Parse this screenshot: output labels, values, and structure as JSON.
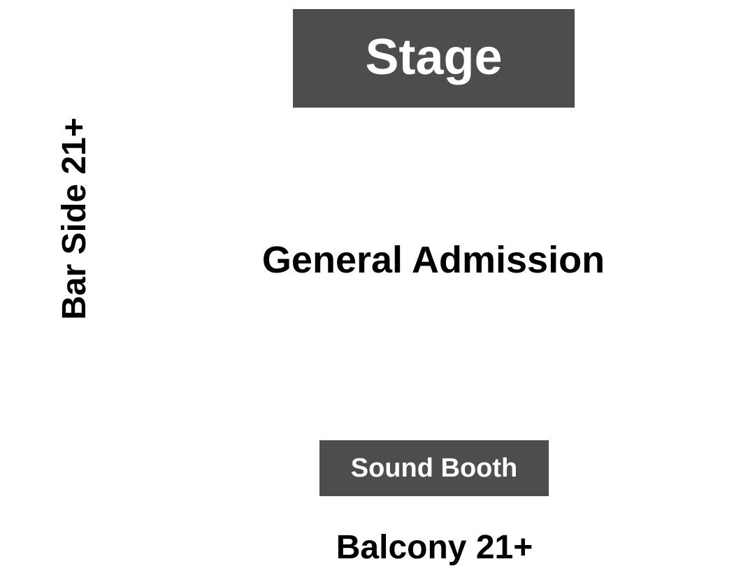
{
  "seating_map": {
    "stage": {
      "label": "Stage"
    },
    "general_admission": {
      "label": "General Admission"
    },
    "bar_side": {
      "label": "Bar Side 21+"
    },
    "sound_booth": {
      "label": "Sound Booth"
    },
    "balcony": {
      "label": "Balcony 21+"
    }
  },
  "colors": {
    "block_fill": "#4d4d4d",
    "block_text": "#ffffff",
    "section_text": "#000000",
    "background": "#ffffff"
  }
}
